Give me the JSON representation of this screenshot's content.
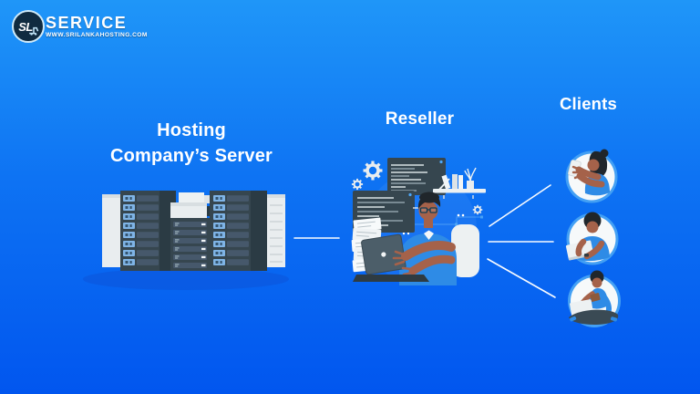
{
  "logo": {
    "monogram": "SL",
    "brand": "SERVICE",
    "url": "WWW.SRILANKAHOSTING.COM"
  },
  "diagram": {
    "nodes": [
      {
        "id": "hosting-server",
        "label": "Hosting Company’s Server",
        "label_lines": [
          "Hosting",
          "Company’s Server"
        ]
      },
      {
        "id": "reseller",
        "label": "Reseller"
      },
      {
        "id": "clients",
        "label": "Clients"
      }
    ],
    "clients": [
      {
        "id": "client-1",
        "icon": "woman-with-phone-avatar"
      },
      {
        "id": "client-2",
        "icon": "man-with-laptop-avatar"
      },
      {
        "id": "client-3",
        "icon": "man-cross-legged-laptop-avatar"
      }
    ],
    "connections": [
      {
        "from": "hosting-server",
        "to": "reseller"
      },
      {
        "from": "reseller",
        "to": "client-1"
      },
      {
        "from": "reseller",
        "to": "client-2"
      },
      {
        "from": "reseller",
        "to": "client-3"
      }
    ]
  },
  "colors": {
    "background_top": "#1F96F8",
    "background_bottom": "#0156EF",
    "text": "#FFFFFF",
    "connector": "#FFFFFF",
    "illustration_dark_slate": "#36464F",
    "illustration_rack_strip": "#2B3B44",
    "illustration_panel_white": "#E9EDEF",
    "led_blue": "#7FB4E6",
    "clothing_blue": "#2E8BE6",
    "skin_tone": "#A5624A",
    "avatar_halo_blue": "#43A0F4"
  }
}
